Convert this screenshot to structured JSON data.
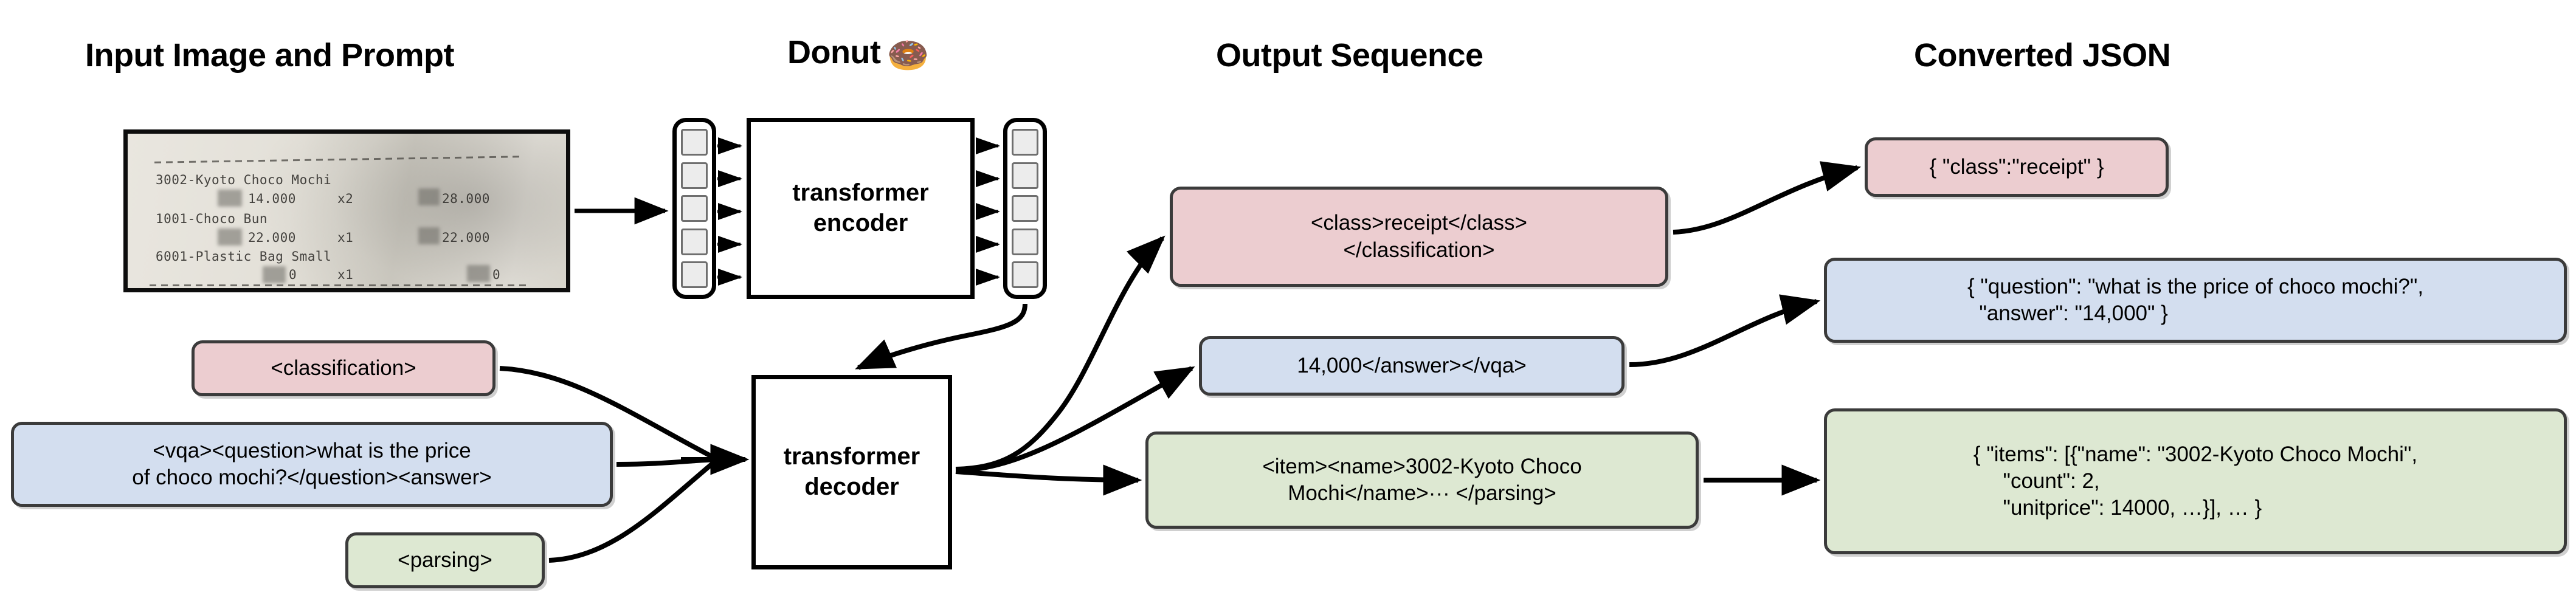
{
  "headers": {
    "input": "Input Image and Prompt",
    "donut": "Donut",
    "donut_emoji": "🍩",
    "output": "Output Sequence",
    "json": "Converted JSON"
  },
  "receipt": {
    "alt": "photograph of a thermal printed receipt",
    "lines": [
      {
        "text": "3002-Kyoto Choco Mochi"
      },
      {
        "text": "      14.000    x2        28.000"
      },
      {
        "text": "1001-Choco Bun"
      },
      {
        "text": "      22.000    x1        22.000"
      },
      {
        "text": "6001-Plastic Bag Small"
      },
      {
        "text": "           0    x1             0"
      }
    ],
    "items": [
      {
        "name": "3002-Kyoto Choco Mochi",
        "unitprice": "14.000",
        "count": "x2",
        "total": "28.000"
      },
      {
        "name": "1001-Choco Bun",
        "unitprice": "22.000",
        "count": "x1",
        "total": "22.000"
      },
      {
        "name": "6001-Plastic Bag Small",
        "unitprice": "0",
        "count": "x1",
        "total": "0"
      }
    ]
  },
  "model": {
    "encoder_line1": "transformer",
    "encoder_line2": "encoder",
    "decoder_line1": "transformer",
    "decoder_line2": "decoder",
    "encoder_input_tokens": 5,
    "encoder_output_tokens": 5
  },
  "prompts": [
    {
      "id": "classification",
      "color": "#eccdd0",
      "lines": [
        "<classification>"
      ]
    },
    {
      "id": "vqa",
      "color": "#d3deef",
      "lines": [
        "<vqa><question>what is the price",
        "of choco mochi?</question><answer>"
      ]
    },
    {
      "id": "parsing",
      "color": "#dde8d2",
      "lines": [
        "<parsing>"
      ]
    }
  ],
  "outputs": [
    {
      "id": "classification",
      "color": "#eccdd0",
      "lines": [
        "<class>receipt</class>",
        "</classification>"
      ]
    },
    {
      "id": "vqa",
      "color": "#d3deef",
      "lines": [
        "14,000</answer></vqa>"
      ]
    },
    {
      "id": "parsing",
      "color": "#dde8d2",
      "lines": [
        "<item><name>3002-Kyoto Choco",
        "Mochi</name>··· </parsing>"
      ]
    }
  ],
  "json_results": [
    {
      "id": "classification",
      "color": "#eccdd0",
      "lines": [
        "{ \"class\":\"receipt\" }"
      ]
    },
    {
      "id": "vqa",
      "color": "#d3deef",
      "lines": [
        "{ \"question\": \"what is the price of choco mochi?\",",
        "  \"answer\": \"14,000\" }"
      ]
    },
    {
      "id": "parsing",
      "color": "#dde8d2",
      "lines": [
        "{ \"items\": [{\"name\": \"3002-Kyoto Choco Mochi\",",
        "     \"count\": 2,",
        "     \"unitprice\": 14000, …}], … }"
      ]
    }
  ],
  "colors": {
    "pink": "#eccdd0",
    "blue": "#d3deef",
    "green": "#dde8d2",
    "border": "#3b3b3b",
    "stroke": "#000000",
    "token_fill": "#ececec",
    "token_border": "#6f6f6f"
  }
}
